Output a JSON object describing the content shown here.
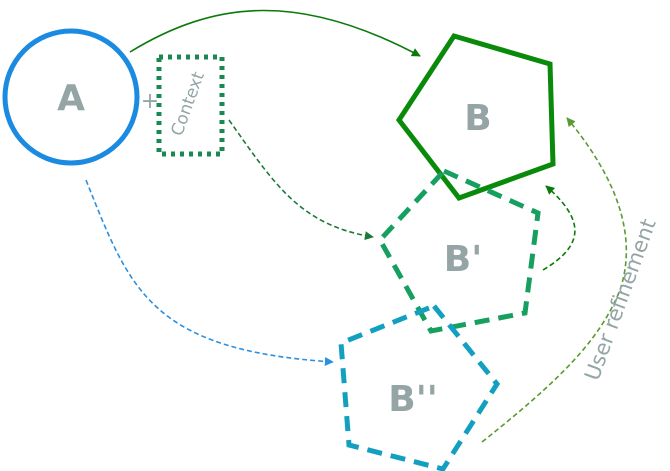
{
  "nodes": {
    "a": {
      "label": "A"
    },
    "b": {
      "label": "B"
    },
    "b_prime": {
      "label": "B'"
    },
    "b_double_prime": {
      "label": "B''"
    }
  },
  "context": {
    "label": "Context",
    "plus": "+"
  },
  "refinement": {
    "label": "User refinement"
  },
  "colors": {
    "circle_blue": "#1a8be0",
    "b_green": "#0a8a0a",
    "b_prime_green": "#16a060",
    "b_double_prime_teal": "#13a0c0",
    "context_green": "#178a52",
    "arrow_dark_green": "#1a7a1a",
    "arrow_blue": "#2b90e0",
    "arrow_light_green": "#5a9a30",
    "text_gray": "#95a5a6"
  }
}
